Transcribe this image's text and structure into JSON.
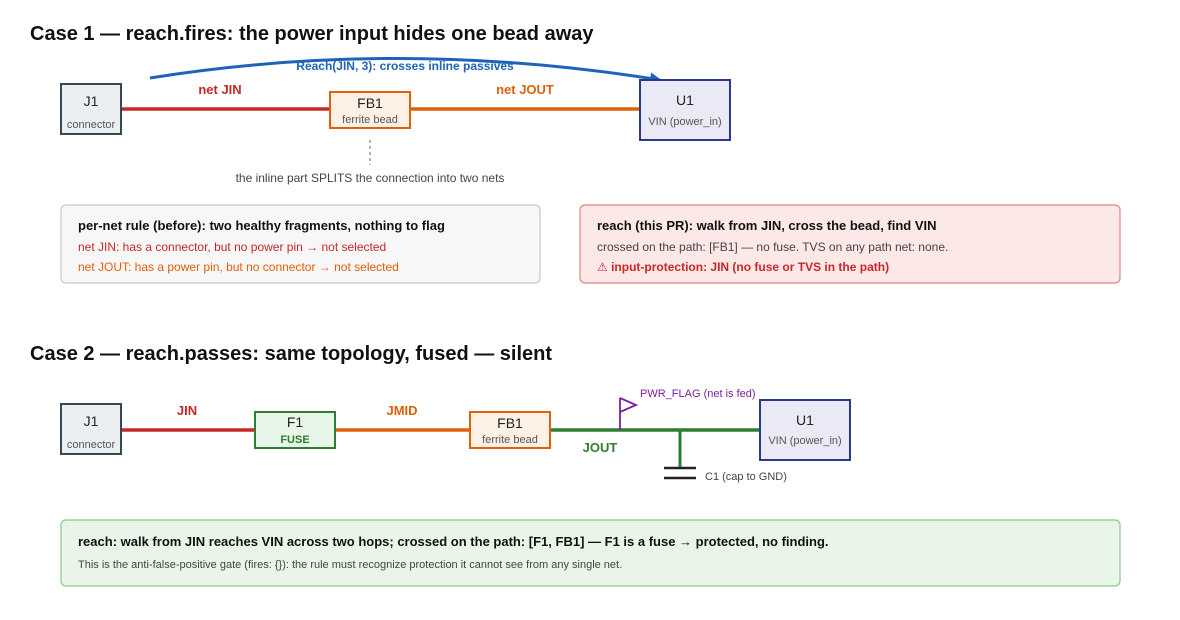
{
  "case1": {
    "heading": "Case 1 — reach.fires: the power input hides one bead away",
    "j1": {
      "title": "J1",
      "sub": "connector"
    },
    "fb1": {
      "title": "FB1",
      "sub": "ferrite bead"
    },
    "u1": {
      "title": "U1",
      "sub": "VIN (power_in)"
    },
    "net_jin": "net JIN",
    "net_jout": "net JOUT",
    "reach_arc": "Reach(JIN, 3): crosses inline passives",
    "split_note": "the inline part SPLITS the connection into two nets",
    "before_panel": {
      "title": "per-net rule (before): two healthy fragments, nothing to flag",
      "line1": "net JIN: has a connector, but no power pin → not selected",
      "line2": "net JOUT: has a power pin, but no connector → not selected"
    },
    "reach_panel": {
      "title": "reach (this PR): walk from JIN, cross the bead, find VIN",
      "line1": "crossed on the path: [FB1] — no fuse. TVS on any path net: none.",
      "alert": "⚠ input-protection: JIN (no fuse or TVS in the path)"
    }
  },
  "case2": {
    "heading": "Case 2 — reach.passes: same topology, fused — silent",
    "j1": {
      "title": "J1",
      "sub": "connector"
    },
    "f1": {
      "title": "F1",
      "sub": "FUSE"
    },
    "fb1": {
      "title": "FB1",
      "sub": "ferrite bead"
    },
    "u1": {
      "title": "U1",
      "sub": "VIN (power_in)"
    },
    "net_jin": "JIN",
    "net_jmid": "JMID",
    "net_jout": "JOUT",
    "pwr_flag": "PWR_FLAG (net is fed)",
    "cap_label": "C1 (cap to GND)",
    "panel": {
      "title": "reach: walk from JIN reaches VIN across two hops; crossed on the path: [F1, FB1] — F1 is a fuse → protected, no finding.",
      "line1": "This is the anti-false-positive gate (fires: {}): the rule must recognize protection it cannot see from any single net."
    }
  },
  "colors": {
    "red": "#c62828",
    "orange": "#e0600a",
    "green": "#2e7d32",
    "blue": "#1e63b8",
    "purple": "#7b1fa2"
  }
}
